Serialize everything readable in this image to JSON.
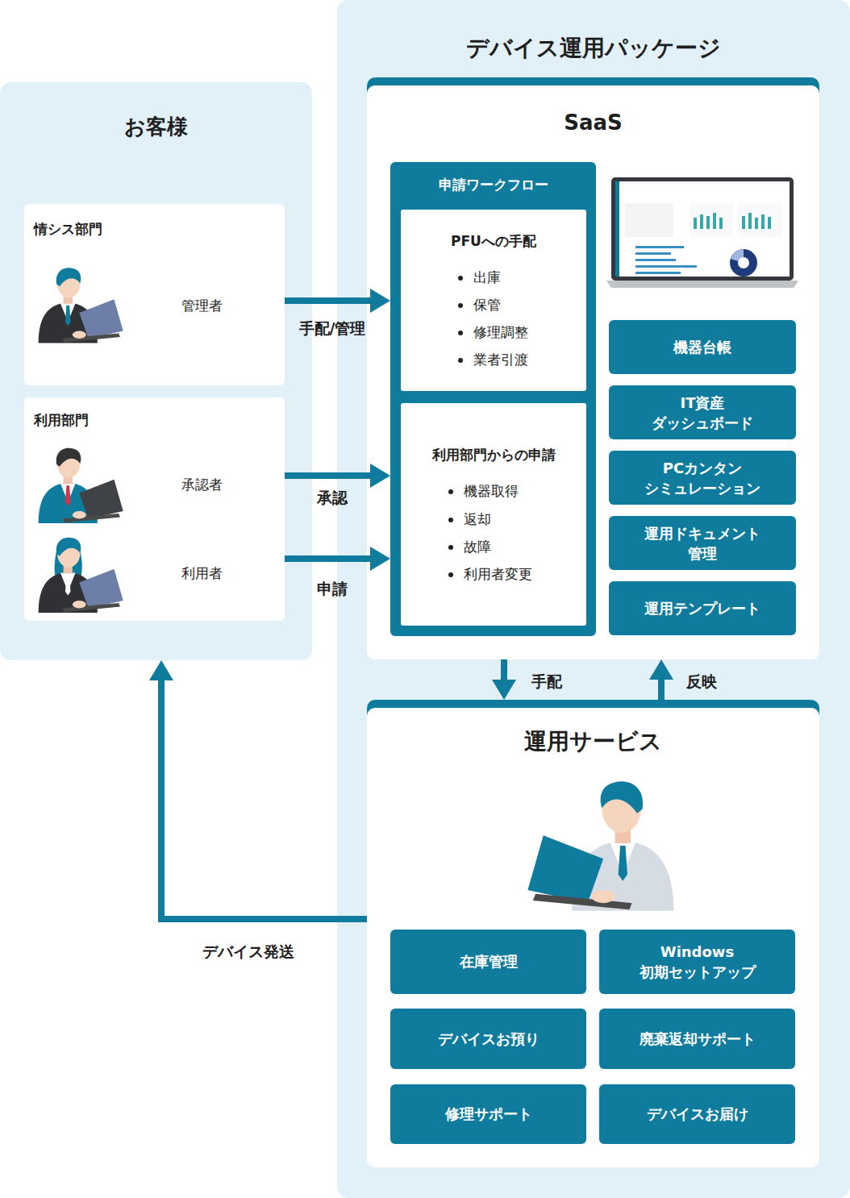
{
  "diagram": {
    "nodes": [
      {
        "text": [
          "お客様"
        ]
      },
      {
        "text": [
          "情シス部門",
          "管理者"
        ],
        "in": 0
      },
      {
        "text": [
          "利用部門",
          "承認者",
          "利用者"
        ],
        "in": 0
      },
      {
        "text": [
          "デバイス運用パッケージ"
        ]
      },
      {
        "text": [
          "SaaS"
        ],
        "in": 3
      },
      {
        "text": [
          "申請ワークフロー"
        ],
        "in": 4
      },
      {
        "text": [
          "PFUへの手配",
          "出庫",
          "保管",
          "修理調整",
          "業者引渡"
        ],
        "in": 5
      },
      {
        "text": [
          "利用部門からの申請",
          "機器取得",
          "返却",
          "故障",
          "利用者変更"
        ],
        "in": 5
      },
      {
        "text": [
          "機器台帳"
        ],
        "in": 4
      },
      {
        "text": [
          "IT資産 ダッシュボード"
        ],
        "in": 4
      },
      {
        "text": [
          "PCカンタン シミュレーション"
        ],
        "in": 4
      },
      {
        "text": [
          "運用ドキュメント 管理"
        ],
        "in": 4
      },
      {
        "text": [
          "運用テンプレート"
        ],
        "in": 4
      },
      {
        "text": [
          "運用サービス"
        ],
        "in": 3
      },
      {
        "text": [
          "在庫管理"
        ],
        "in": 13
      },
      {
        "text": [
          "Windows 初期セットアップ"
        ],
        "in": 13
      },
      {
        "text": [
          "デバイスお預り"
        ],
        "in": 13
      },
      {
        "text": [
          "廃棄返却サポート"
        ],
        "in": 13
      },
      {
        "text": [
          "修理サポート"
        ],
        "in": 13
      },
      {
        "text": [
          "デバイスお届け"
        ],
        "in": 13
      }
    ],
    "edges": [
      {
        "from": 1,
        "to": 5,
        "label": "手配/管理",
        "arrow": "to"
      },
      {
        "from": 2,
        "to": 5,
        "label": "承認",
        "arrow": "to"
      },
      {
        "from": 2,
        "to": 5,
        "label": "申請",
        "arrow": "to"
      },
      {
        "from": 4,
        "to": 13,
        "label": "手配",
        "arrow": "to"
      },
      {
        "from": 13,
        "to": 4,
        "label": "反映",
        "arrow": "to"
      },
      {
        "from": 13,
        "to": 0,
        "label": "デバイス発送",
        "arrow": "to"
      }
    ]
  }
}
